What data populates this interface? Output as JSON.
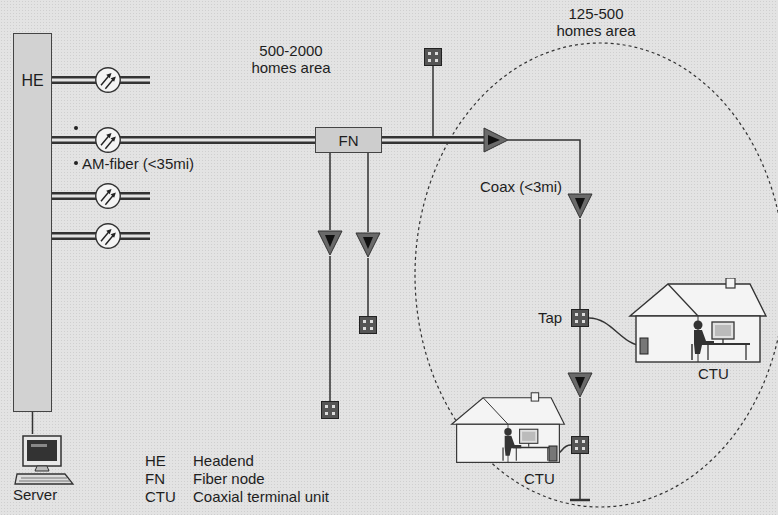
{
  "diagram": {
    "nodes": [
      {
        "text": [
          "HE"
        ]
      },
      {
        "text": [
          "FN"
        ]
      },
      {
        "text": [
          "Server"
        ]
      }
    ],
    "edges": [
      {
        "from": 0,
        "to": 2,
        "arrow": "none"
      },
      {
        "from": 0,
        "to": 1,
        "arrow": "none"
      }
    ],
    "labels": [
      "500-2000 homes area",
      "125-500 homes area",
      "AM-fiber (<35mi)",
      "Coax (<3mi)",
      "Tap",
      "CTU",
      "CTU",
      "HE",
      "Headend",
      "FN",
      "Fiber node",
      "CTU",
      "Coaxial terminal unit"
    ]
  }
}
